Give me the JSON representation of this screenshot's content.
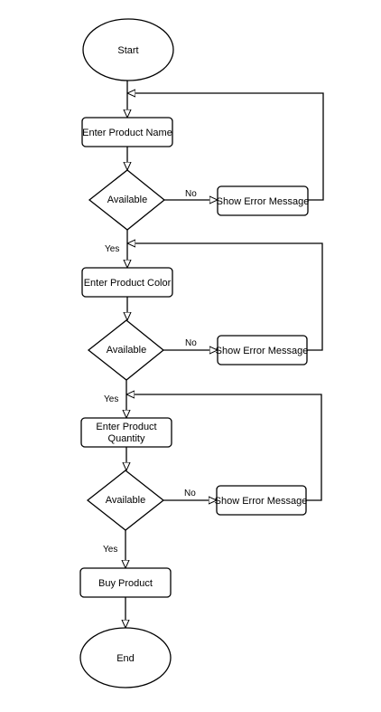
{
  "flowchart": {
    "start": "Start",
    "end": "End",
    "step_name": "Enter Product Name",
    "step_color": "Enter Product Color",
    "step_quantity_line1": "Enter Product",
    "step_quantity_line2": "Quantity",
    "step_buy": "Buy Product",
    "decision_1": "Available",
    "decision_2": "Available",
    "decision_3": "Available",
    "error_1": "Show Error Message",
    "error_2": "Show Error Message",
    "error_3": "Show Error Message",
    "yes_1": "Yes",
    "yes_2": "Yes",
    "yes_3": "Yes",
    "no_1": "No",
    "no_2": "No",
    "no_3": "No"
  }
}
